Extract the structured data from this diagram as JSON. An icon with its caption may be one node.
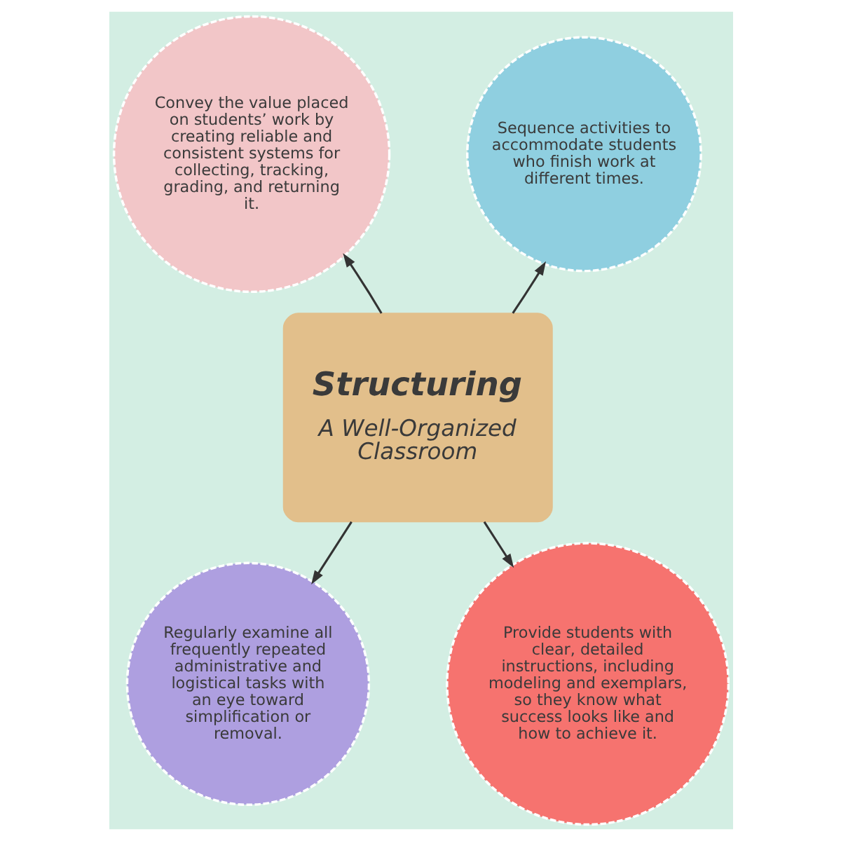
{
  "diagram": {
    "nodes": [
      {
        "text": [
          "Convey the value placed on students’ work by creating reliable and consistent systems for collecting, tracking, grading, and returning it."
        ]
      },
      {
        "text": [
          "Sequence activities to accommodate students who finish work at different times."
        ]
      },
      {
        "text": [
          "Structuring",
          "A Well-Organized Classroom"
        ]
      },
      {
        "text": [
          "Regularly examine all frequently repeated administrative and logistical tasks with an eye toward simplification or removal."
        ]
      },
      {
        "text": [
          "Provide students with clear, detailed instructions, including modeling and exemplars, so they know what success looks like and how to achieve it."
        ]
      }
    ],
    "edges": [
      {
        "from": 2,
        "to": 0,
        "arrow": "to"
      },
      {
        "from": 2,
        "to": 1,
        "arrow": "to"
      },
      {
        "from": 2,
        "to": 3,
        "arrow": "to"
      },
      {
        "from": 2,
        "to": 4,
        "arrow": "to"
      }
    ]
  }
}
